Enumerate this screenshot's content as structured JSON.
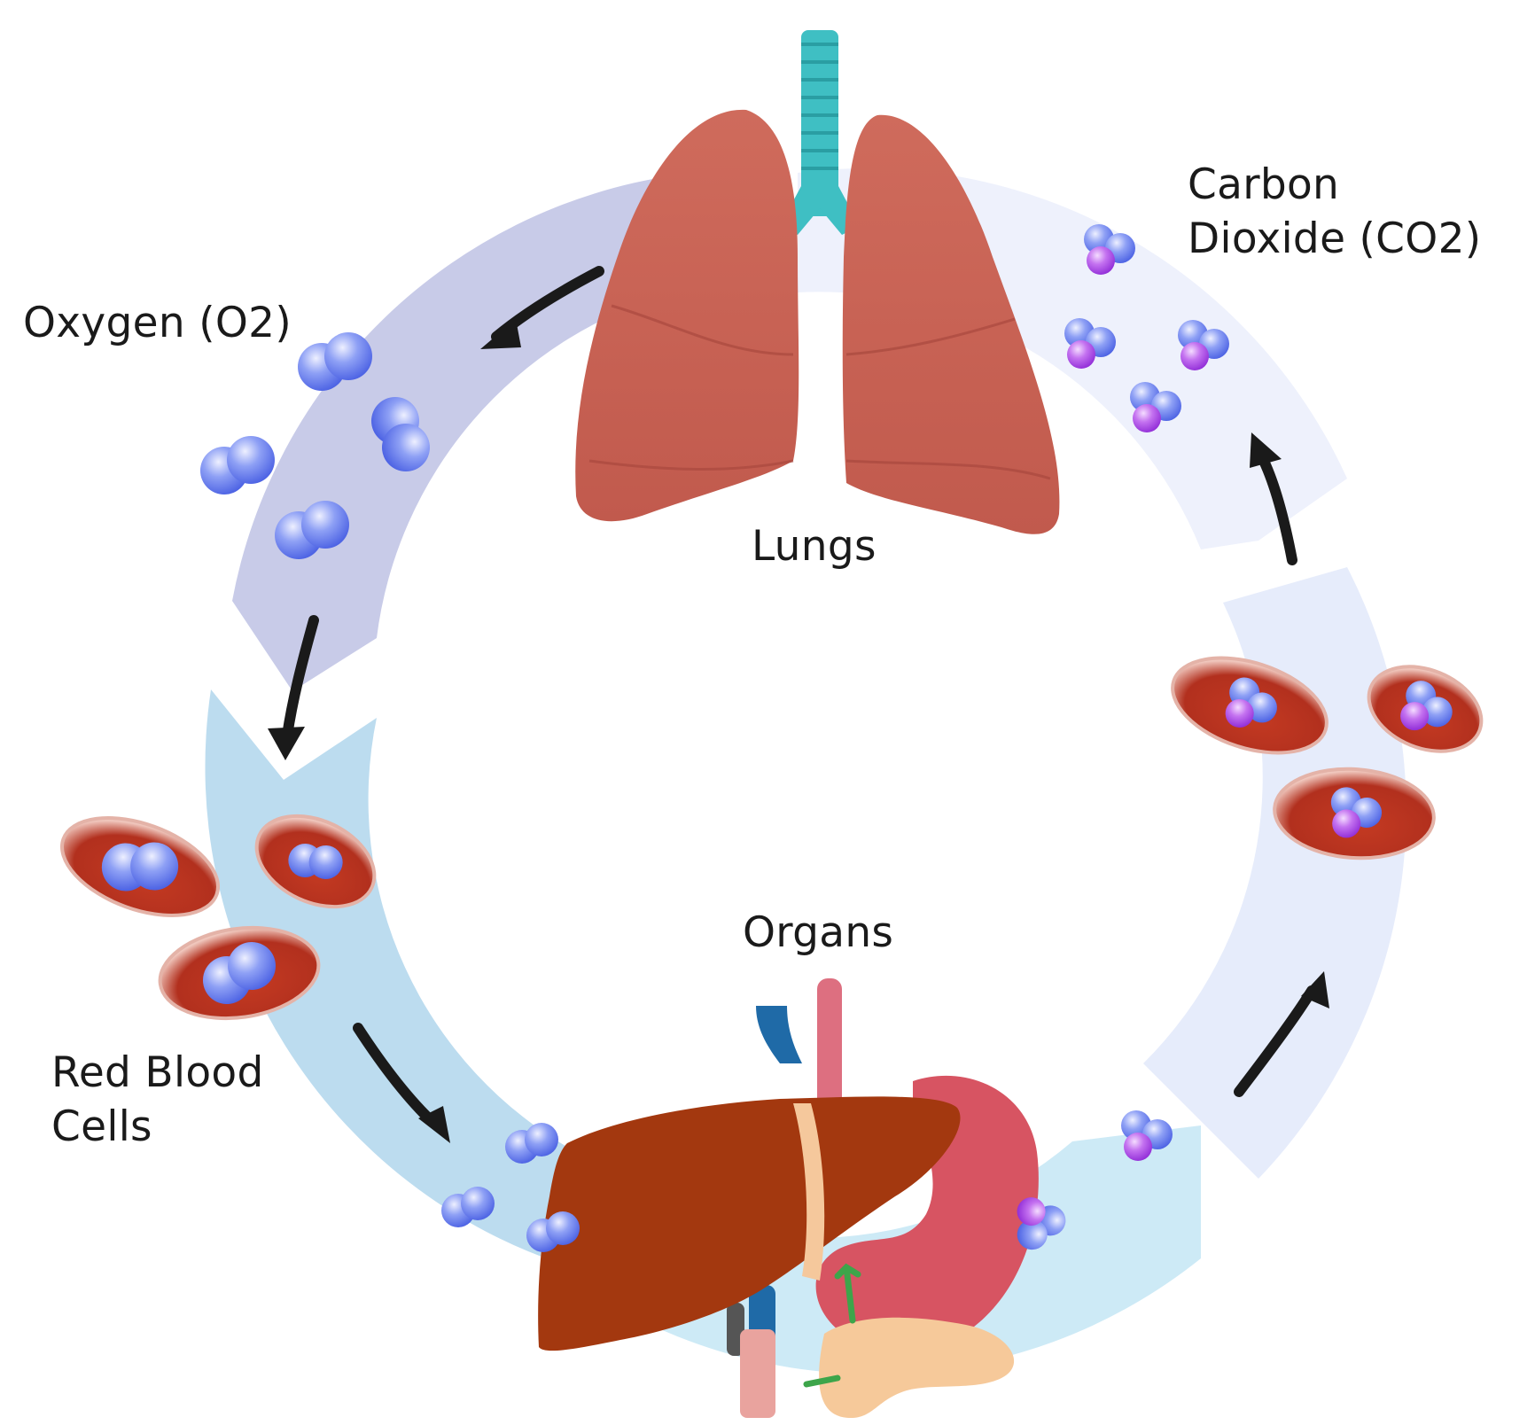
{
  "labels": {
    "oxygen": "Oxygen (O2)",
    "carbon_dioxide_line1": "Carbon",
    "carbon_dioxide_line2": "Dioxide (CO2)",
    "lungs": "Lungs",
    "organs": "Organs",
    "red_blood_cells_line1": "Red Blood",
    "red_blood_cells_line2": "Cells"
  },
  "colors": {
    "oxygen_band": "#c8cbe8",
    "blood_band": "#bcdcef",
    "organ_band": "#cdeaf6",
    "co2_band": "#e9eefb",
    "lung": "#c9675a",
    "trachea": "#3fbfc3",
    "liver": "#a3380f",
    "stomach": "#d75462",
    "pancreas": "#f6c99a",
    "oxygen_molecule": "#6e84ee",
    "carbon_atom": "#b04fe0",
    "red_blood_cell": "#b7301f",
    "arrow": "#1a1a1a"
  },
  "icons": [
    "lungs-icon",
    "trachea-icon",
    "liver-icon",
    "stomach-icon",
    "pancreas-icon",
    "blood-vessel-icon",
    "oxygen-molecule-icon",
    "carbon-dioxide-molecule-icon",
    "red-blood-cell-icon",
    "cycle-arrow-icon"
  ]
}
